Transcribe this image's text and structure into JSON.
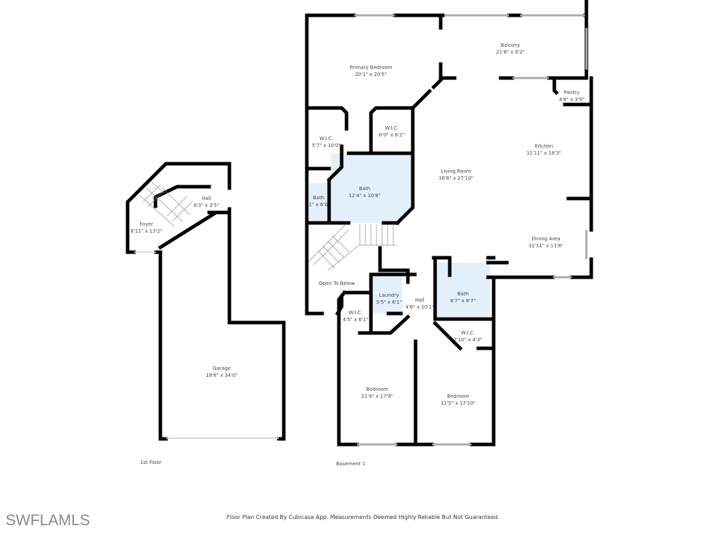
{
  "colors": {
    "wall": "#000000",
    "wet_room_fill": "#e3f0fa",
    "window": "#bbbbbb",
    "text": "#444444",
    "brand": "#8a8a8a"
  },
  "floors": [
    {
      "name": "1st Floor",
      "rooms": [
        {
          "name": "Hall",
          "size": "8'3\" x 3'5\""
        },
        {
          "name": "Foyer",
          "size": "6'11\" x 13'2\""
        },
        {
          "name": "Garage",
          "size": "18'6\" x 34'0\""
        }
      ]
    },
    {
      "name": "Basement 1",
      "rooms": [
        {
          "name": "Primary Bedroom",
          "size": "20'1\" x 20'5\""
        },
        {
          "name": "Balcony",
          "size": "21'8\" x 9'2\""
        },
        {
          "name": "Pantry",
          "size": "4'6\" x 3'9\""
        },
        {
          "name": "W.I.C.",
          "size": "5'7\" x 10'0\""
        },
        {
          "name": "W.I.C.",
          "size": "6'0\" x 6'2\""
        },
        {
          "name": "Kitchen",
          "size": "11'11\" x 18'3\""
        },
        {
          "name": "Bath",
          "size": "12'4\" x 10'8\""
        },
        {
          "name": "Bath",
          "size": "'1\" x 6'0\""
        },
        {
          "name": "Living Room",
          "size": "16'8\" x 27'10\""
        },
        {
          "name": "Dining Area",
          "size": "11'11\" x 11'8\""
        },
        {
          "name": "Open To Below",
          "size": ""
        },
        {
          "name": "Laundry",
          "size": "5'5\" x 6'1\""
        },
        {
          "name": "Hall",
          "size": "4'6\" x 10'1\""
        },
        {
          "name": "Bath",
          "size": "8'7\" x 8'7\""
        },
        {
          "name": "W.I.C.",
          "size": "4'5\" x 6'1\""
        },
        {
          "name": "W.I.C.",
          "size": "7'10\" x 4'3\""
        },
        {
          "name": "Bedroom",
          "size": "11'4\" x 17'9\""
        },
        {
          "name": "Bedroom",
          "size": "11'5\" x 17'10\""
        }
      ]
    }
  ],
  "footer": {
    "brand": "SWFLAMLS",
    "disclaimer": "Floor Plan Created By Cubicasa App. Measurements Deemed Highly Reliable But Not Guaranteed."
  }
}
